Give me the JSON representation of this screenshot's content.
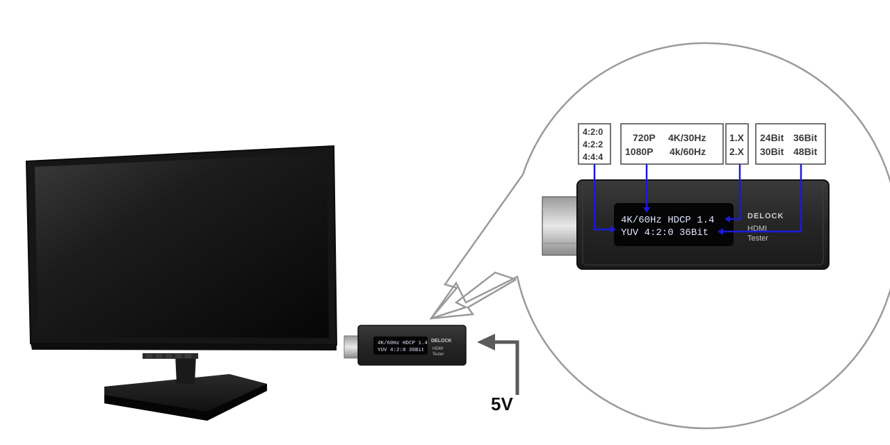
{
  "callout_labels": {
    "color_format": [
      "4:2:0",
      "4:2:2",
      "4:4:4"
    ],
    "resolution": [
      "720P",
      "4K/30Hz",
      "1080P",
      "4k/60Hz"
    ],
    "hdcp": [
      "1.X",
      "2.X"
    ],
    "bit_depth": [
      "24Bit",
      "36Bit",
      "30Bit",
      "48Bit"
    ]
  },
  "tester_display": {
    "line1": "4K/60Hz HDCP",
    "line1_version": "1.4",
    "line2": "YUV 4:2:0 36Bit"
  },
  "brand": {
    "logo": "DELOCK",
    "product_line1": "HDMI",
    "product_line2": "Tester"
  },
  "power": {
    "label": "5V"
  },
  "colors": {
    "callout_line": "#1a1adc",
    "device_body": "#2a2a2a",
    "oled_text": "#dfe6ff",
    "label_text": "#3a3a3a"
  },
  "icons": {
    "power_arrow": "arrow-left-icon",
    "zoom_callout": "magnifier-bubble"
  }
}
